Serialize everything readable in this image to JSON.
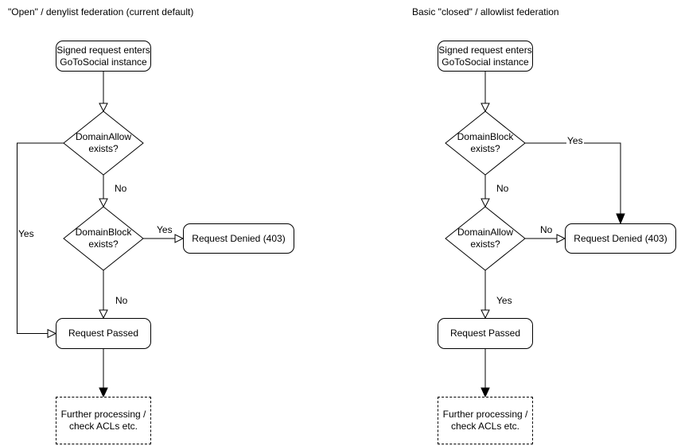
{
  "colors": {
    "background": "#ffffff",
    "stroke": "#000000",
    "text": "#000000",
    "node_fill": "#ffffff"
  },
  "left_chart": {
    "title": "\"Open\" / denylist federation (current default)",
    "nodes": {
      "start": {
        "label": "Signed request enters\nGoToSocial instance"
      },
      "decision_allow": {
        "label": "DomainAllow\nexists?"
      },
      "decision_block": {
        "label": "DomainBlock\nexists?"
      },
      "denied": {
        "label": "Request Denied (403)"
      },
      "passed": {
        "label": "Request Passed"
      },
      "further": {
        "label": "Further processing /\ncheck ACLs etc."
      }
    },
    "edge_labels": {
      "allow_no": "No",
      "allow_yes": "Yes",
      "block_yes": "Yes",
      "block_no": "No"
    }
  },
  "right_chart": {
    "title": "Basic \"closed\" / allowlist federation",
    "nodes": {
      "start": {
        "label": "Signed request enters\nGoToSocial instance"
      },
      "decision_block": {
        "label": "DomainBlock\nexists?"
      },
      "decision_allow": {
        "label": "DomainAllow\nexists?"
      },
      "denied": {
        "label": "Request Denied (403)"
      },
      "passed": {
        "label": "Request Passed"
      },
      "further": {
        "label": "Further processing /\ncheck ACLs etc."
      }
    },
    "edge_labels": {
      "block_yes": "Yes",
      "block_no": "No",
      "allow_no": "No",
      "allow_yes": "Yes"
    }
  }
}
